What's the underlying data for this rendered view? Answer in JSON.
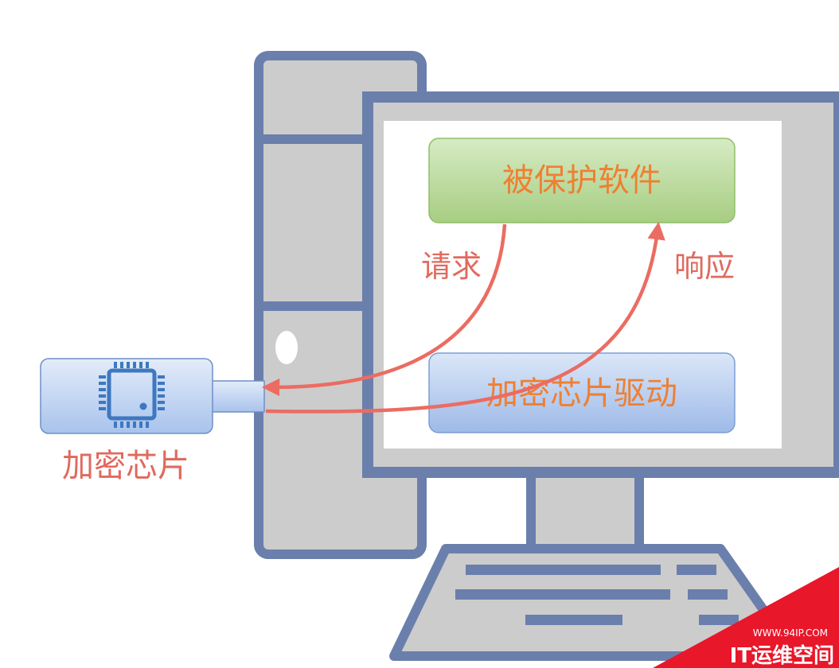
{
  "colors": {
    "frame": "#6b7fac",
    "case_fill": "#cccccc",
    "screen_fill": "#ffffff",
    "arrow": "#eb6c62",
    "label_orange": "#ee8033",
    "label_red": "#e06a5e",
    "green_box_top": "#d7ebc4",
    "green_box_bottom": "#a7cd82",
    "blue_box_top": "#dbe7f8",
    "blue_box_bottom": "#9ebae8",
    "watermark_red": "#e8172a"
  },
  "boxes": {
    "software": "被保护软件",
    "driver": "加密芯片驱动"
  },
  "arrows": {
    "request": "请求",
    "response": "响应"
  },
  "chip": {
    "label": "加密芯片",
    "icon": "chip-icon"
  },
  "watermark": {
    "url": "WWW.94IP.COM",
    "name": "IT运维空间"
  }
}
